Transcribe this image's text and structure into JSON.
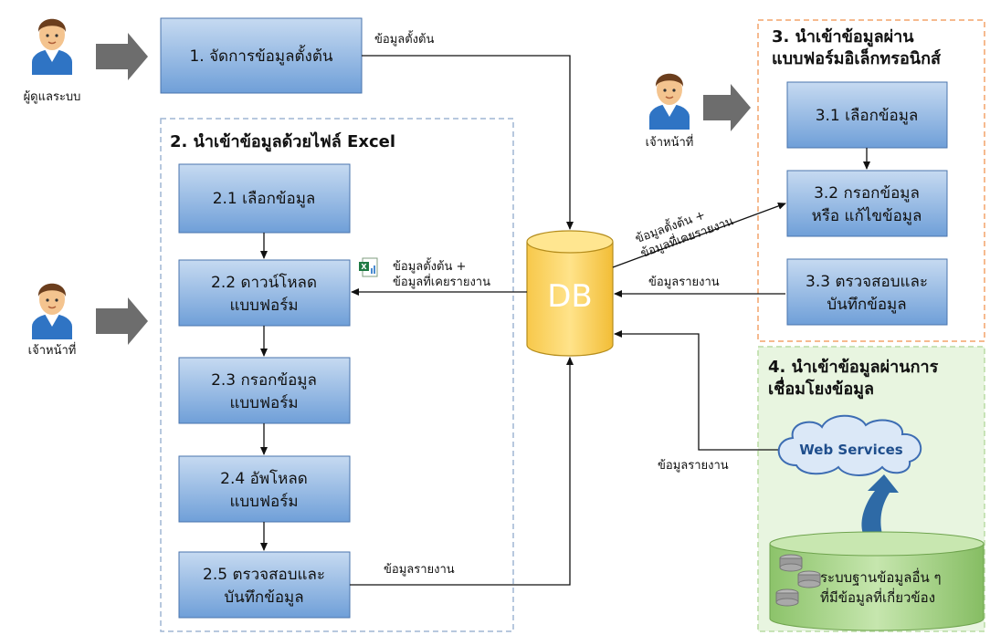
{
  "actors": {
    "admin": "ผู้ดูแลระบบ",
    "staff_excel": "เจ้าหน้าที่",
    "staff_form": "เจ้าหน้าที่"
  },
  "step1": {
    "label": "1. จัดการข้อมูลตั้งต้น"
  },
  "section2": {
    "title": "2. นำเข้าข้อมูลด้วยไฟล์ Excel",
    "steps": [
      [
        "2.1 เลือกข้อมูล"
      ],
      [
        "2.2 ดาวน์โหลด",
        "แบบฟอร์ม"
      ],
      [
        "2.3 กรอกข้อมูล",
        "แบบฟอร์ม"
      ],
      [
        "2.4 อัพโหลด",
        "แบบฟอร์ม"
      ],
      [
        "2.5 ตรวจสอบและ",
        "บันทึกข้อมูล"
      ]
    ]
  },
  "section3": {
    "title": [
      "3. นำเข้าข้อมูลผ่าน",
      "แบบฟอร์มอิเล็กทรอนิกส์"
    ],
    "steps": [
      [
        "3.1 เลือกข้อมูล"
      ],
      [
        "3.2 กรอกข้อมูล",
        "หรือ แก้ไขข้อมูล"
      ],
      [
        "3.3 ตรวจสอบและ",
        "บันทึกข้อมูล"
      ]
    ]
  },
  "section4": {
    "title": [
      "4. นำเข้าข้อมูลผ่านการ",
      "เชื่อมโยงข้อมูล"
    ],
    "web_services": "Web Services",
    "other_db": [
      "ระบบฐานข้อมูลอื่น ๆ",
      "ที่มีข้อมูลที่เกี่ยวข้อง"
    ]
  },
  "db_label": "DB",
  "edge_labels": {
    "initial_data": "ข้อมูลตั้งต้น",
    "excel_download": [
      "ข้อมูลตั้งต้น +",
      "ข้อมูลที่เคยรายงาน"
    ],
    "form_prefill": [
      "ข้อมูลตั้งต้น +",
      "ข้อมูลที่เคยรายงาน"
    ],
    "report_form": "ข้อมูลรายงาน",
    "report_excel": "ข้อมูลรายงาน",
    "report_ws": "ข้อมูลรายงาน"
  },
  "colors": {
    "box_fill_top": "#bcd3ee",
    "box_fill_bottom": "#6f9fd8",
    "box_stroke": "#4a74ad",
    "section2_border": "#9fb6d4",
    "section3_border": "#f3a36a",
    "section4_bg": "#e8f5e0",
    "section4_border": "#b9dca4",
    "db_fill": "#ffd966",
    "db_stroke": "#b58d1c",
    "cloud_fill": "#dbe8f7",
    "cloud_stroke": "#3d6db3",
    "big_arrow": "#6d6d6d",
    "up_arrow": "#2e6aa6",
    "db_cylinder_green": "#a9d18e"
  }
}
